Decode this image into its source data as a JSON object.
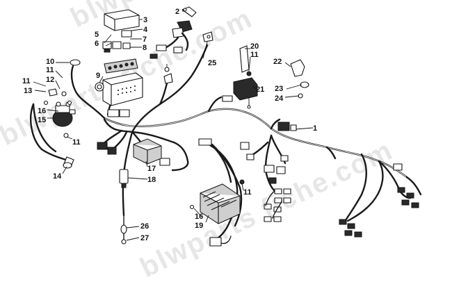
{
  "watermark": "blwparts fiche.com",
  "callouts": [
    {
      "id": "c1",
      "label": "1"
    },
    {
      "id": "c2",
      "label": "2"
    },
    {
      "id": "c3",
      "label": "3"
    },
    {
      "id": "c4",
      "label": "4"
    },
    {
      "id": "c5",
      "label": "5"
    },
    {
      "id": "c6",
      "label": "6"
    },
    {
      "id": "c7",
      "label": "7"
    },
    {
      "id": "c8",
      "label": "8"
    },
    {
      "id": "c9",
      "label": "9"
    },
    {
      "id": "c10",
      "label": "10"
    },
    {
      "id": "c11a",
      "label": "11"
    },
    {
      "id": "c11b",
      "label": "11"
    },
    {
      "id": "c11c",
      "label": "11"
    },
    {
      "id": "c11d",
      "label": "11"
    },
    {
      "id": "c11e",
      "label": "11"
    },
    {
      "id": "c12",
      "label": "12"
    },
    {
      "id": "c13",
      "label": "13"
    },
    {
      "id": "c14",
      "label": "14"
    },
    {
      "id": "c15",
      "label": "15"
    },
    {
      "id": "c16a",
      "label": "16"
    },
    {
      "id": "c16b",
      "label": "16"
    },
    {
      "id": "c17",
      "label": "17"
    },
    {
      "id": "c18",
      "label": "18"
    },
    {
      "id": "c19",
      "label": "19"
    },
    {
      "id": "c20",
      "label": "20"
    },
    {
      "id": "c21",
      "label": "21"
    },
    {
      "id": "c22",
      "label": "22"
    },
    {
      "id": "c23",
      "label": "23"
    },
    {
      "id": "c24",
      "label": "24"
    },
    {
      "id": "c25",
      "label": "25"
    },
    {
      "id": "c26",
      "label": "26"
    },
    {
      "id": "c27",
      "label": "27"
    }
  ]
}
